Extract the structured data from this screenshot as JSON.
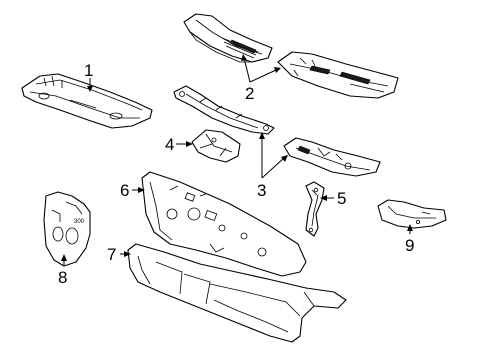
{
  "callouts": {
    "c1": "1",
    "c2": "2",
    "c3": "3",
    "c4": "4",
    "c5": "5",
    "c6": "6",
    "c7": "7",
    "c8": "8",
    "c9": "9"
  },
  "decal_text": "300"
}
